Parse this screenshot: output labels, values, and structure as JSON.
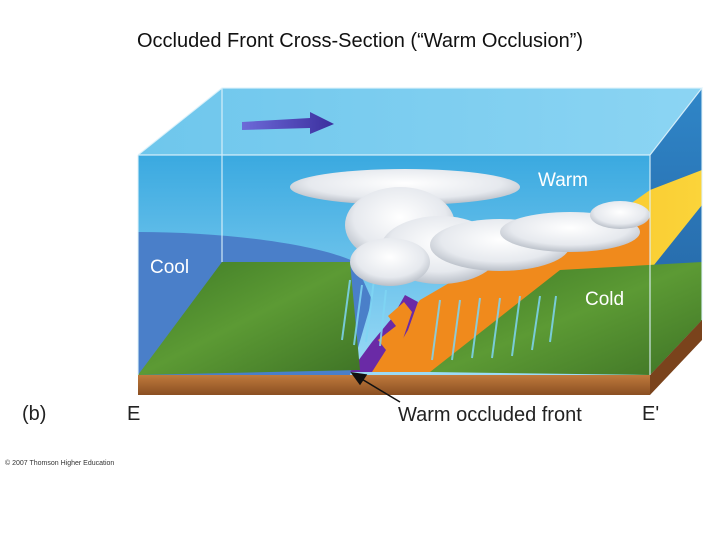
{
  "title": "Occluded Front Cross-Section (“Warm Occlusion”)",
  "diagram": {
    "labels": {
      "warm": "Warm",
      "cool": "Cool",
      "cold": "Cold",
      "panel": "(b)",
      "left_end": "E",
      "right_end": "E'",
      "front": "Warm occluded front"
    },
    "copyright": "© 2007 Thomson Higher Education"
  },
  "colors": {
    "sky_top": "#3fb0e6",
    "sky_bottom": "#8fd6f5",
    "cool_air": "#4a7fc9",
    "cold_air": "#f08a1c",
    "warm_front_yellow": "#f6c21e",
    "ground": "#4f8a2e",
    "soil": "#b06a32",
    "occlusion_purple": "#6a2aa6",
    "wind_arrow": "#5a4bc0"
  },
  "icons": [
    "wind-arrow-icon",
    "cloud-icon",
    "rain-icon"
  ]
}
